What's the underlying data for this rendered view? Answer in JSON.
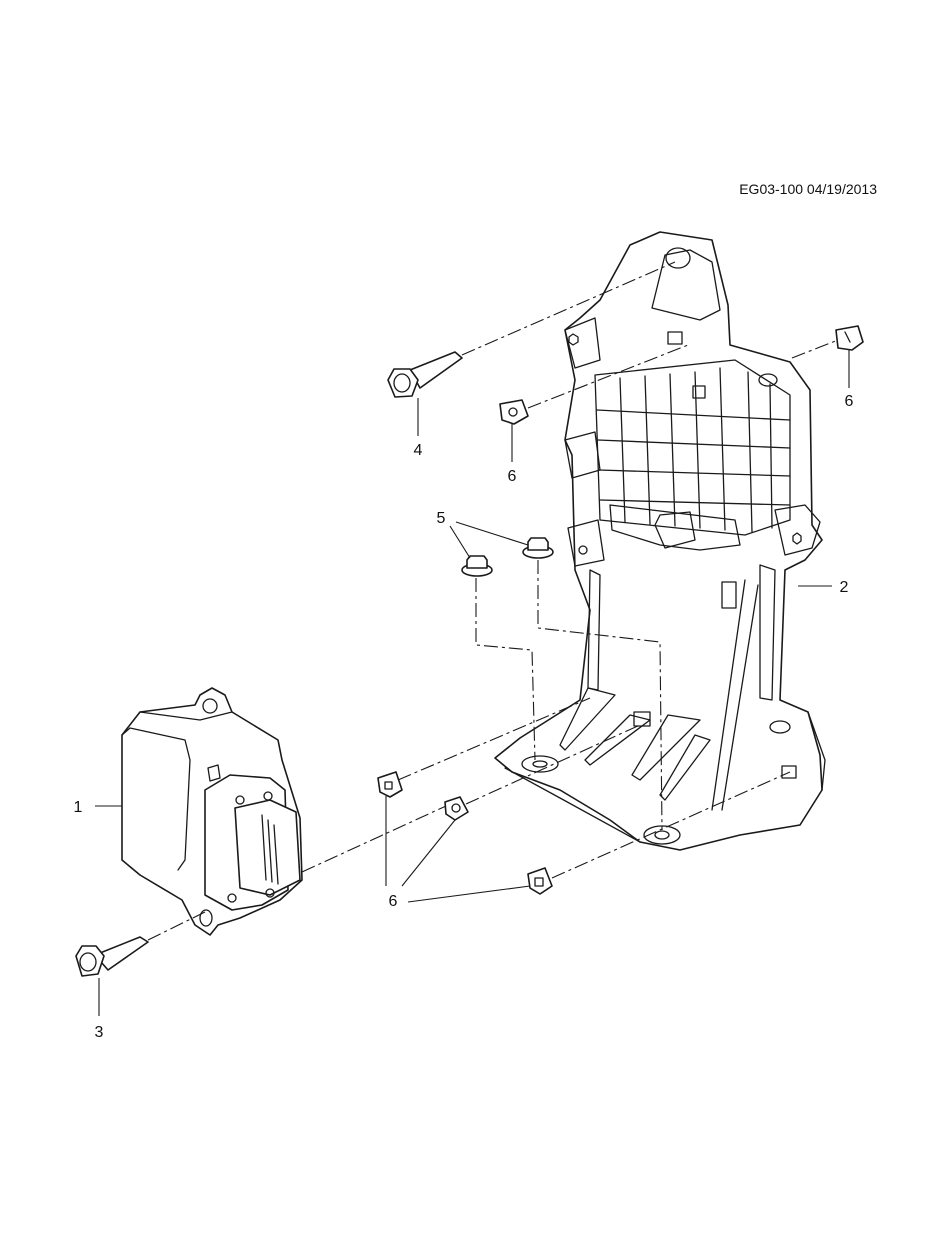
{
  "drawing_ref": "EG03-100 04/19/2013",
  "callouts": {
    "module": "1",
    "bracket": "2",
    "module_bolt": "3",
    "bracket_bolt": "4",
    "nut": "5",
    "clip": "6"
  }
}
